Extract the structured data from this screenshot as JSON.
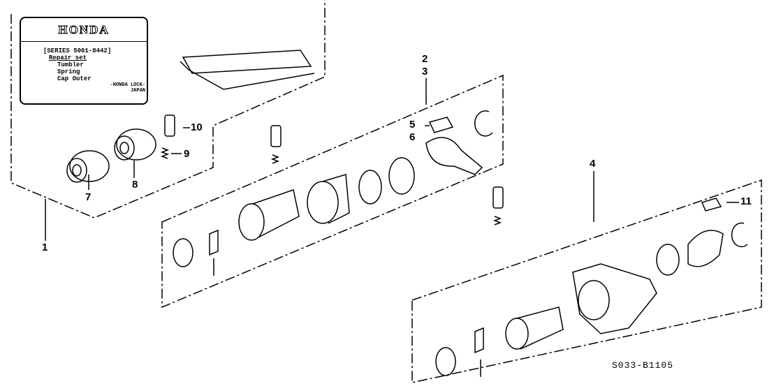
{
  "repair_label": {
    "brand": "HONDA",
    "series": "[SERIES 5001-8442]",
    "title": "Repair set",
    "items": [
      "Tumbler",
      "Spring",
      "Cap Outer"
    ],
    "maker": "-HONDA LOCK-",
    "country": "JAPAN"
  },
  "callouts": [
    "1",
    "2",
    "3",
    "4",
    "5",
    "6",
    "7",
    "8",
    "9",
    "10",
    "11"
  ],
  "diagram_code": "S033-B1105"
}
